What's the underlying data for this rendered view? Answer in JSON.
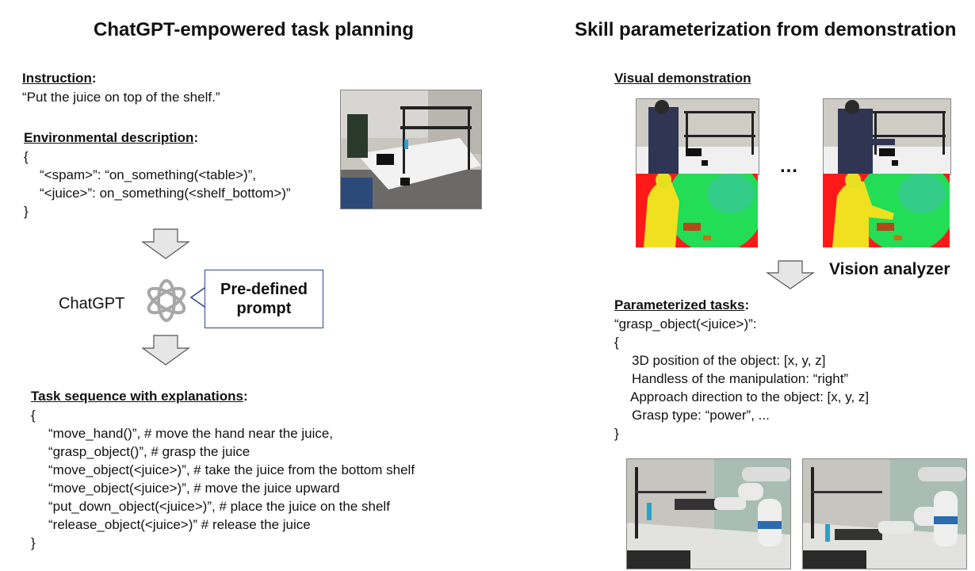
{
  "left": {
    "title": "ChatGPT-empowered task planning",
    "instruction": {
      "label": "Instruction",
      "text": "“Put the juice on top of the shelf.”"
    },
    "environment": {
      "label": "Environmental description",
      "lines": [
        "{",
        "“<spam>”: “on_something(<table>)”,",
        "“<juice>”: on_something(<shelf_bottom>)”",
        "}"
      ]
    },
    "chatgpt_label": "ChatGPT",
    "prompt_box": {
      "line1": "Pre-defined",
      "line2": "prompt"
    },
    "task_sequence": {
      "label": "Task sequence with explanations",
      "lines": [
        "{",
        "“move_hand()”, # move the hand near the juice,",
        "“grasp_object()”, # grasp the juice",
        "“move_object(<juice>)”, # take the juice from the bottom shelf",
        "“move_object(<juice>)”, # move the juice upward",
        "“put_down_object(<juice>)”, # place the juice on the shelf",
        "“release_object(<juice>)” # release the juice",
        "}"
      ]
    }
  },
  "right": {
    "title": "Skill parameterization from demonstration",
    "visual_demo_label": "Visual demonstration",
    "ellipsis": "…",
    "vision_analyzer": "Vision analyzer",
    "parameterized": {
      "label": "Parameterized tasks",
      "lines": [
        "“grasp_object(<juice>)”:",
        "{",
        "3D position of the object: [x, y, z]",
        "Handless of the manipulation: “right”",
        "Approach direction to the object: [x, y, z]",
        "Grasp type: “power”, ...",
        "}"
      ]
    }
  },
  "colors": {
    "arrow_fill": "#e6e6e6",
    "arrow_stroke": "#555555",
    "prompt_border": "#2d4a8a",
    "depth_red": "#ff1a1a",
    "depth_green": "#22dd55",
    "depth_yellow": "#f0e020"
  }
}
